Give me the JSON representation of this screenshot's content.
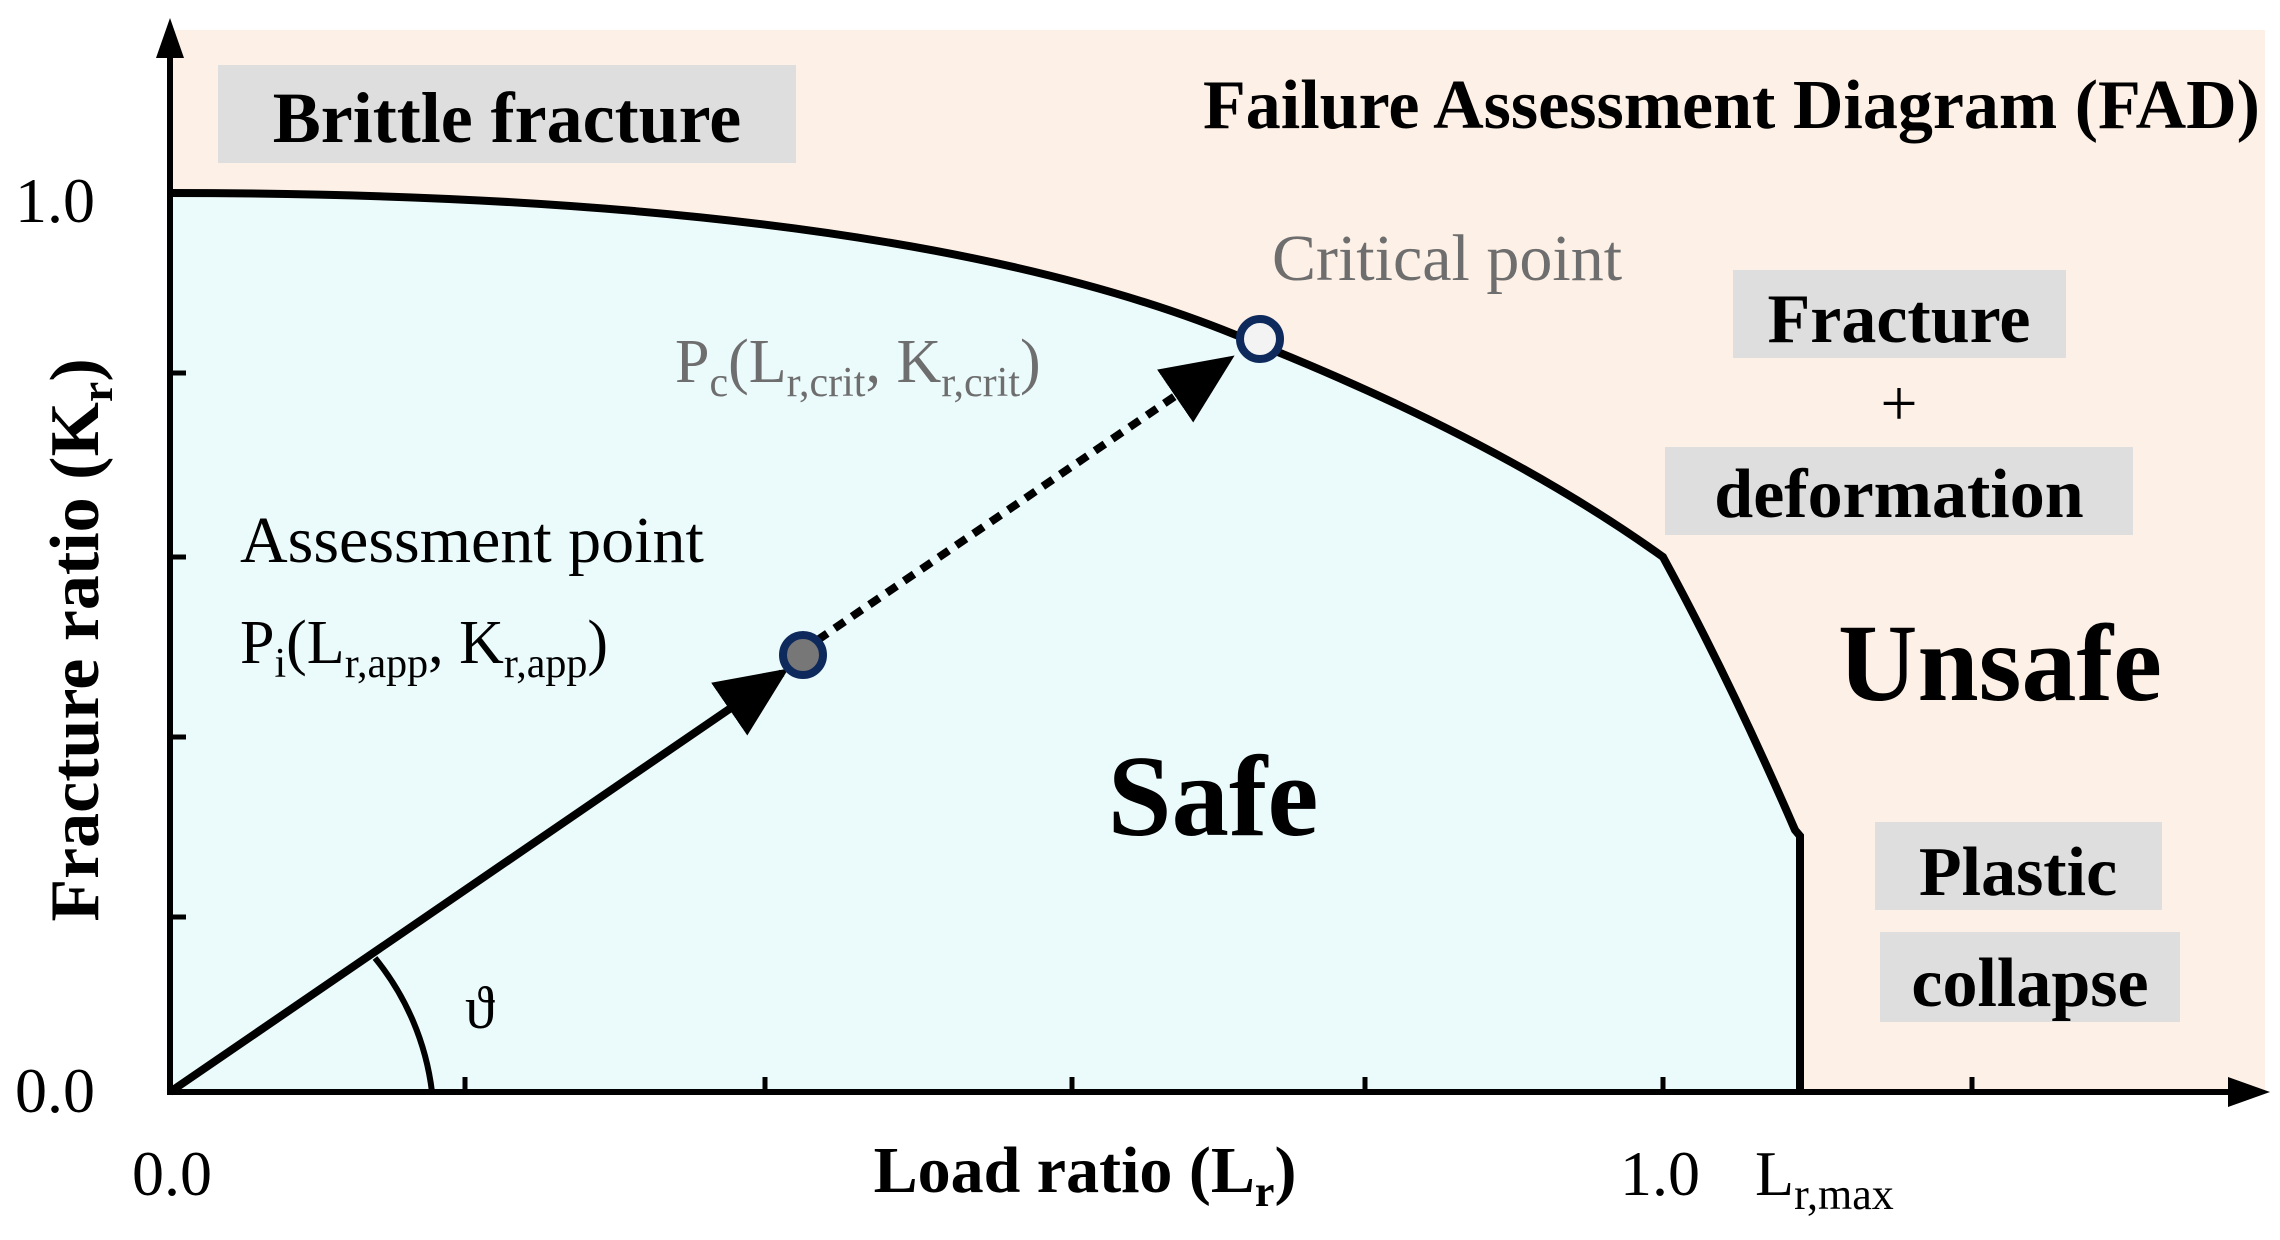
{
  "title": "Failure Assessment Diagram (FAD)",
  "axes": {
    "xlabel": "Load ratio (L",
    "xlabel_sub": "r",
    "xlabel_end": ")",
    "ylabel": "Fracture ratio (K",
    "ylabel_sub": "r",
    "ylabel_end": ")",
    "x_tick_0": "0.0",
    "x_tick_1": "1.0",
    "x_tick_max": "L",
    "x_tick_max_sub": "r,max",
    "y_tick_0": "0.0",
    "y_tick_1": "1.0"
  },
  "regions": {
    "brittle": "Brittle fracture",
    "fracture_line1": "Fracture",
    "fracture_plus": "+",
    "fracture_line2": "deformation",
    "unsafe": "Unsafe",
    "plastic_line1": "Plastic",
    "plastic_line2": "collapse",
    "safe": "Safe"
  },
  "points": {
    "assessment_label": "Assessment point",
    "assessment_P": "P",
    "assessment_P_sub": "i",
    "assessment_L": "(L",
    "assessment_L_sub": "r,app",
    "assessment_K": ", K",
    "assessment_K_sub": "r,app",
    "assessment_close": ")",
    "critical_label": "Critical point",
    "critical_P": "P",
    "critical_P_sub": "c",
    "critical_L": "(L",
    "critical_L_sub": "r,crit",
    "critical_K": ", K",
    "critical_K_sub": "r,crit",
    "critical_close": ")",
    "angle": "ϑ"
  },
  "colors": {
    "safe_fill": "#ebfbfc",
    "unsafe_fill": "#fdf0e6",
    "label_box": "#dedede",
    "point_fill": "#777777",
    "point_ring": "#0e2a5c",
    "critical_fill": "#f3f3f3",
    "gray_text": "#6e6e6e"
  }
}
